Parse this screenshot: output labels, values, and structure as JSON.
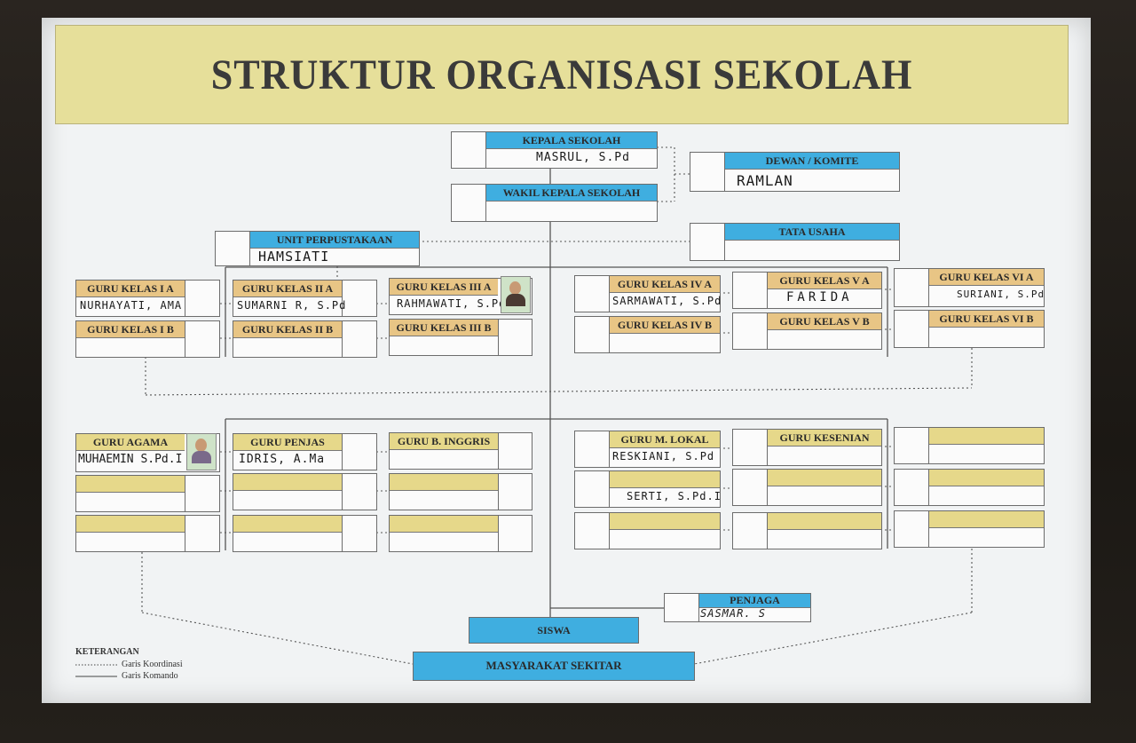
{
  "title": "STRUKTUR ORGANISASI SEKOLAH",
  "kepala": {
    "label": "KEPALA SEKOLAH",
    "name": "MASRUL, S.Pd"
  },
  "wakil": {
    "label": "WAKIL KEPALA SEKOLAH",
    "name": ""
  },
  "dewan": {
    "label": "DEWAN / KOMITE",
    "name": "RAMLAN"
  },
  "perpustakaan": {
    "label": "UNIT PERPUSTAKAAN",
    "name": "HAMSIATI"
  },
  "tata_usaha": {
    "label": "TATA USAHA",
    "name": ""
  },
  "kelas": {
    "k1a": {
      "label": "GURU KELAS I A",
      "name": "NURHAYATI, AMA"
    },
    "k1b": {
      "label": "GURU KELAS I B",
      "name": ""
    },
    "k2a": {
      "label": "GURU KELAS II A",
      "name": "SUMARNI R, S.Pd"
    },
    "k2b": {
      "label": "GURU KELAS II B",
      "name": ""
    },
    "k3a": {
      "label": "GURU KELAS III A",
      "name": "RAHMAWATI, S.Pd"
    },
    "k3b": {
      "label": "GURU KELAS III B",
      "name": ""
    },
    "k4a": {
      "label": "GURU KELAS IV A",
      "name": "SARMAWATI, S.Pd"
    },
    "k4b": {
      "label": "GURU KELAS IV B",
      "name": ""
    },
    "k5a": {
      "label": "GURU KELAS V A",
      "name": "FARIDA"
    },
    "k5b": {
      "label": "GURU KELAS V B",
      "name": ""
    },
    "k6a": {
      "label": "GURU KELAS VI A",
      "name": "SURIANI, S.Pd"
    },
    "k6b": {
      "label": "GURU KELAS VI B",
      "name": ""
    }
  },
  "mapel": {
    "agama": {
      "label": "GURU AGAMA",
      "name": "MUHAEMIN S.Pd.I"
    },
    "penjas": {
      "label": "GURU PENJAS",
      "name": "IDRIS, A.Ma"
    },
    "inggris": {
      "label": "GURU B. INGGRIS",
      "name": ""
    },
    "mlokal": {
      "label": "GURU M. LOKAL",
      "name": "RESKIANI, S.Pd"
    },
    "mlokal2": {
      "label": "",
      "name": "SERTI, S.Pd.I"
    },
    "kesenian": {
      "label": "GURU KESENIAN",
      "name": ""
    }
  },
  "penjaga": {
    "label": "PENJAGA",
    "name": "SASMAR. S"
  },
  "siswa": {
    "label": "SISWA"
  },
  "masyarakat": {
    "label": "MASYARAKAT SEKITAR"
  },
  "keterangan": {
    "title": "KETERANGAN",
    "koordinasi": "Garis Koordinasi",
    "komando": "Garis Komando"
  },
  "colors": {
    "title_band": "#e6df9a",
    "blue_header": "#3faee0",
    "tan_header": "#e8c585",
    "yellow_header": "#e6d88a"
  }
}
